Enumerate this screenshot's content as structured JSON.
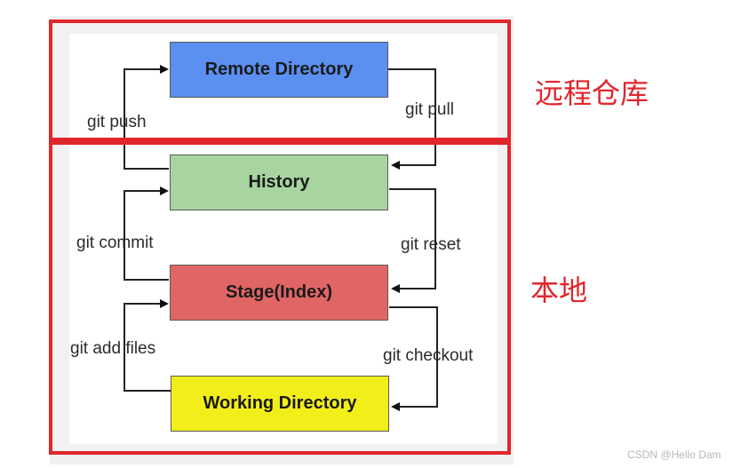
{
  "diagram": {
    "nodes": {
      "remote": {
        "label": "Remote Directory",
        "color": "#5b8ff0"
      },
      "history": {
        "label": "History",
        "color": "#a8d4a0"
      },
      "stage": {
        "label": "Stage(Index)",
        "color": "#e06565"
      },
      "working": {
        "label": "Working Directory",
        "color": "#f2ee1a"
      }
    },
    "commands": {
      "push": "git push",
      "pull": "git pull",
      "commit": "git commit",
      "reset": "git reset",
      "add": "git add files",
      "checkout": "git checkout"
    },
    "regions": {
      "remote_label": "远程仓库",
      "local_label": "本地"
    }
  },
  "watermark": "CSDN @Hello Dam"
}
